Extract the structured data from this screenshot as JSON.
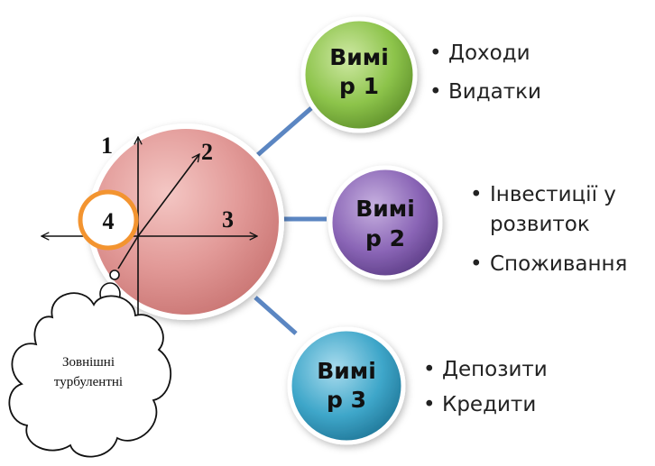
{
  "dimensions": [
    {
      "title_lines": [
        "Вимі",
        "р 1"
      ],
      "color": "#8cc34a",
      "bullets": [
        "Доходи",
        "Видатки"
      ]
    },
    {
      "title_lines": [
        "Вимі",
        "р 2"
      ],
      "color": "#8a65b6",
      "bullets": [
        "Інвестиції у",
        "розвиток",
        "Споживання"
      ]
    },
    {
      "title_lines": [
        "Вимі",
        "р 3"
      ],
      "color": "#3ea6c9",
      "bullets": [
        "Депозити",
        "Кредити"
      ]
    }
  ],
  "axes": {
    "label_1": "1",
    "label_2": "2",
    "label_3": "3",
    "label_4": "4"
  },
  "cloud": {
    "line1": "Зовнішні",
    "line2": "турбулентні"
  },
  "colors": {
    "main_circle": "#e29a98",
    "connector": "#5b86c2",
    "small_circle_border": "#f39430"
  }
}
